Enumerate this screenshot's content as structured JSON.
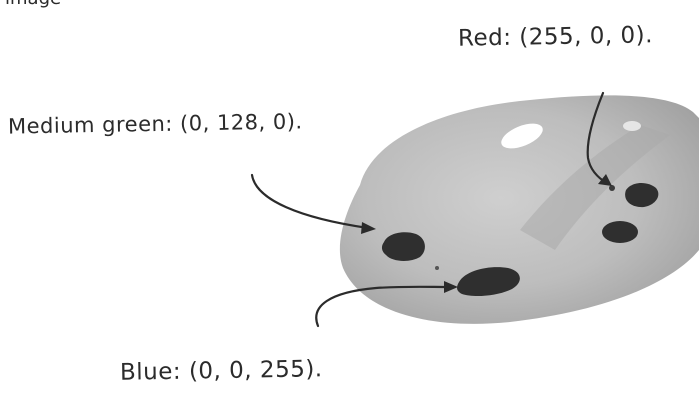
{
  "page_fragment": "image",
  "labels": {
    "red": "Red: (255, 0, 0).",
    "green": "Medium green: (0, 128, 0).",
    "blue": "Blue: (0, 0, 255)."
  },
  "colors": {
    "palette": "#b9b9b9",
    "paint": "#2f2f2f",
    "ink": "#2b2b2b"
  }
}
